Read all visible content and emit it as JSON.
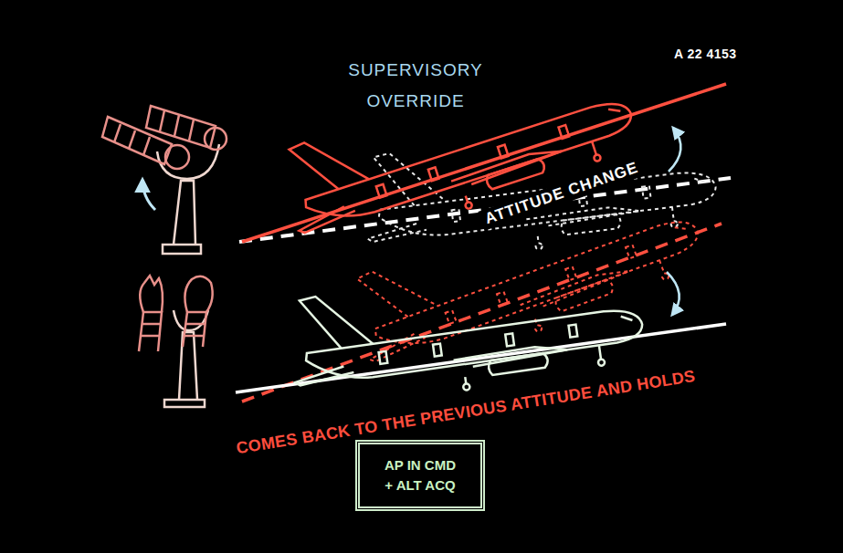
{
  "diagram": {
    "title": "SUPERVISORY OVERRIDE",
    "nodes": [
      {
        "text": [
          "AP IN CMD + ALT ACQ"
        ]
      }
    ],
    "labels": [
      "A 22 4153",
      "ATTITUDE CHANGE",
      "COMES BACK TO THE PREVIOUS ATTITUDE AND HOLDS"
    ]
  }
}
